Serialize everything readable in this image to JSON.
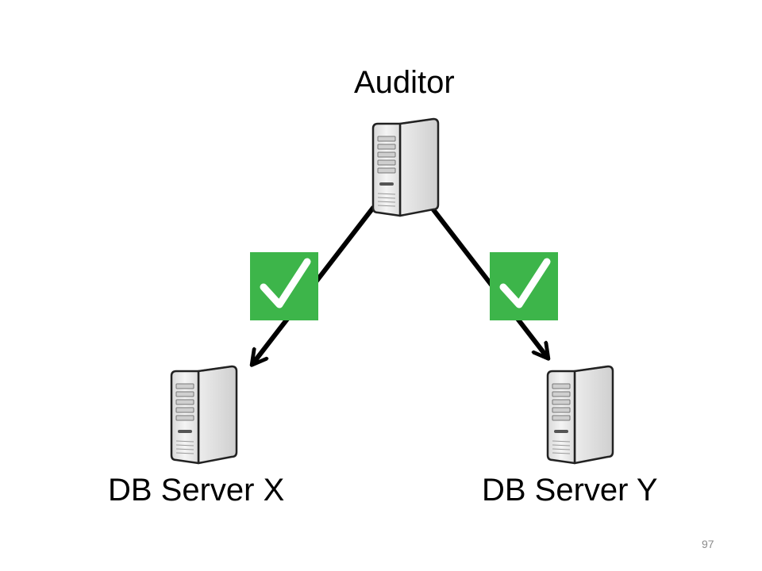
{
  "nodes": {
    "auditor": {
      "label": "Auditor",
      "icon": "server-icon"
    },
    "db_server_x": {
      "label": "DB Server X",
      "icon": "server-icon"
    },
    "db_server_y": {
      "label": "DB Server Y",
      "icon": "server-icon"
    }
  },
  "edges": [
    {
      "from": "Auditor",
      "to": "DB Server X",
      "status_icon": "checkmark-icon"
    },
    {
      "from": "Auditor",
      "to": "DB Server Y",
      "status_icon": "checkmark-icon"
    }
  ],
  "colors": {
    "check_green": "#3db54a",
    "arrow": "#000000",
    "server_body": "#e9e9e9"
  },
  "page_number": "97"
}
